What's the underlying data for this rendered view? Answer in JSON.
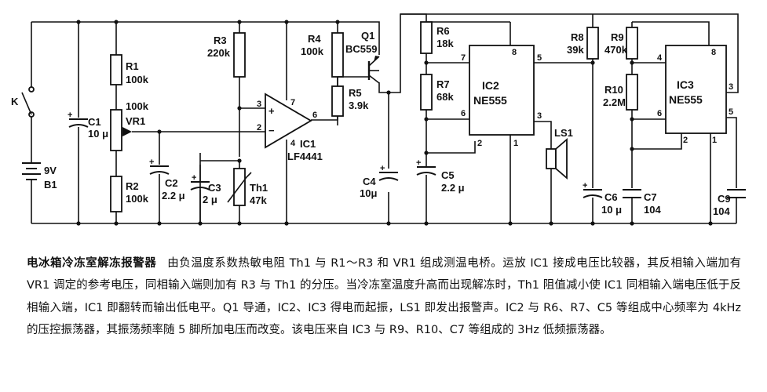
{
  "diagram": {
    "labels": {
      "K": "K",
      "C1": "C1",
      "C1_val": "10 μ",
      "battery": "9V",
      "B1": "B1",
      "R1": "R1",
      "R1_val": "100k",
      "VR1_val": "100k",
      "VR1": "VR1",
      "R2": "R2",
      "R2_val": "100k",
      "C2": "C2",
      "C2_val": "2.2 μ",
      "C3": "C3",
      "C3_val": "2 μ",
      "Th1": "Th1",
      "Th1_val": "47k",
      "R3": "R3",
      "R3_val": "220k",
      "opamp_pin3": "3",
      "opamp_pin2": "2",
      "opamp_pin7": "7",
      "opamp_pin4": "4",
      "opamp_pin6": "6",
      "IC1": "IC1",
      "IC1_part": "LF4441",
      "R4": "R4",
      "R4_val": "100k",
      "Q1": "Q1",
      "Q1_part": "BC559",
      "R5": "R5",
      "R5_val": "3.9k",
      "C4": "C4",
      "C4_val": "10μ",
      "R6": "R6",
      "R6_val": "18k",
      "R7": "R7",
      "R7_val": "68k",
      "C5": "C5",
      "C5_val": "2.2 μ",
      "IC2": "IC2",
      "IC2_part": "NE555",
      "IC2_pin7": "7",
      "IC2_pin8": "8",
      "IC2_pin5": "5",
      "IC2_pin6": "6",
      "IC2_pin2": "2",
      "IC2_pin1": "1",
      "IC2_pin3": "3",
      "LS1": "LS1",
      "R8": "R8",
      "R8_val": "39k",
      "C6": "C6",
      "C6_val": "10 μ",
      "R9": "R9",
      "R9_val": "470k",
      "R10": "R10",
      "R10_val": "2.2M",
      "C7": "C7",
      "C7_val": "104",
      "IC3": "IC3",
      "IC3_part": "NE555",
      "IC3_pin4": "4",
      "IC3_pin8": "8",
      "IC3_pin6": "6",
      "IC3_pin2": "2",
      "IC3_pin1": "1",
      "IC3_pin5": "5",
      "IC3_pin3": "3",
      "C9": "C9",
      "C9_val": "104"
    }
  },
  "caption": {
    "title": "电冰箱冷冻室解冻报警器",
    "text": "由负温度系数热敏电阻 Th1 与 R1～R3 和 VR1 组成测温电桥。运放 IC1 接成电压比较器，其反相输入端加有 VR1 调定的参考电压，同相输入端则加有 R3 与 Th1 的分压。当冷冻室温度升高而出现解冻时，Th1 阻值减小使 IC1 同相输入端电压低于反相输入端，IC1 即翻转而输出低电平。Q1 导通，IC2、IC3 得电而起振，LS1 即发出报警声。IC2 与 R6、R7、C5 等组成中心频率为 4kHz 的压控振荡器，其振荡频率随 5 脚所加电压而改变。该电压来自 IC3 与 R9、R10、C7 等组成的 3Hz 低频振荡器。"
  }
}
